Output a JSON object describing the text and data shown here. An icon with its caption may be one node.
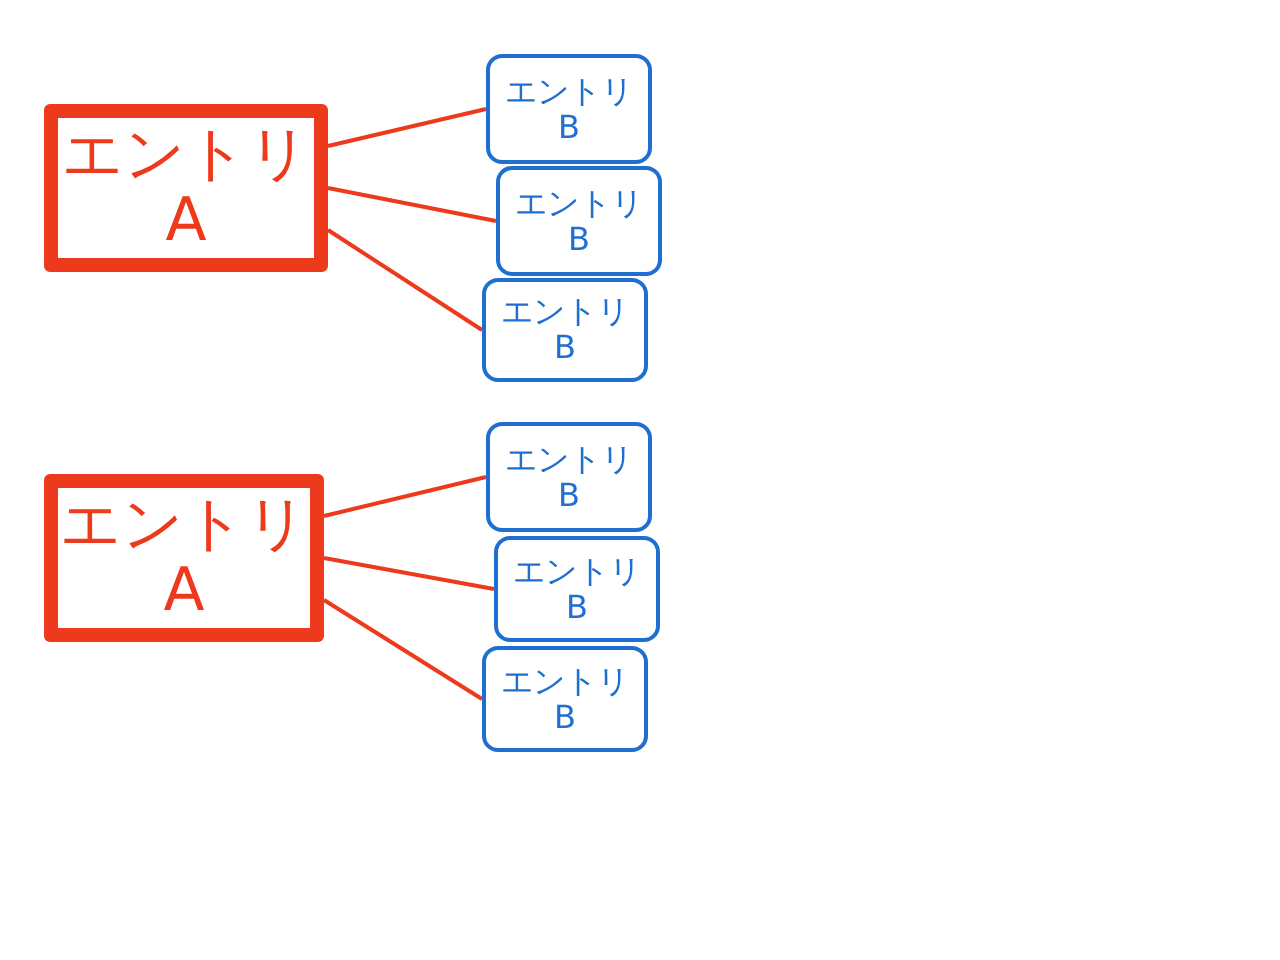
{
  "diagram": {
    "nodes": [
      {
        "text": [
          "エントリ A"
        ]
      },
      {
        "text": [
          "エントリ B"
        ]
      },
      {
        "text": [
          "エントリ B"
        ]
      },
      {
        "text": [
          "エントリ B"
        ]
      },
      {
        "text": [
          "エントリ A"
        ]
      },
      {
        "text": [
          "エントリ B"
        ]
      },
      {
        "text": [
          "エントリ B"
        ]
      },
      {
        "text": [
          "エントリ B"
        ]
      }
    ],
    "edges": [
      {
        "from": 0,
        "to": 1,
        "arrow": "none"
      },
      {
        "from": 0,
        "to": 2,
        "arrow": "none"
      },
      {
        "from": 0,
        "to": 3,
        "arrow": "none"
      },
      {
        "from": 4,
        "to": 5,
        "arrow": "none"
      },
      {
        "from": 4,
        "to": 6,
        "arrow": "none"
      },
      {
        "from": 4,
        "to": 7,
        "arrow": "none"
      }
    ]
  }
}
